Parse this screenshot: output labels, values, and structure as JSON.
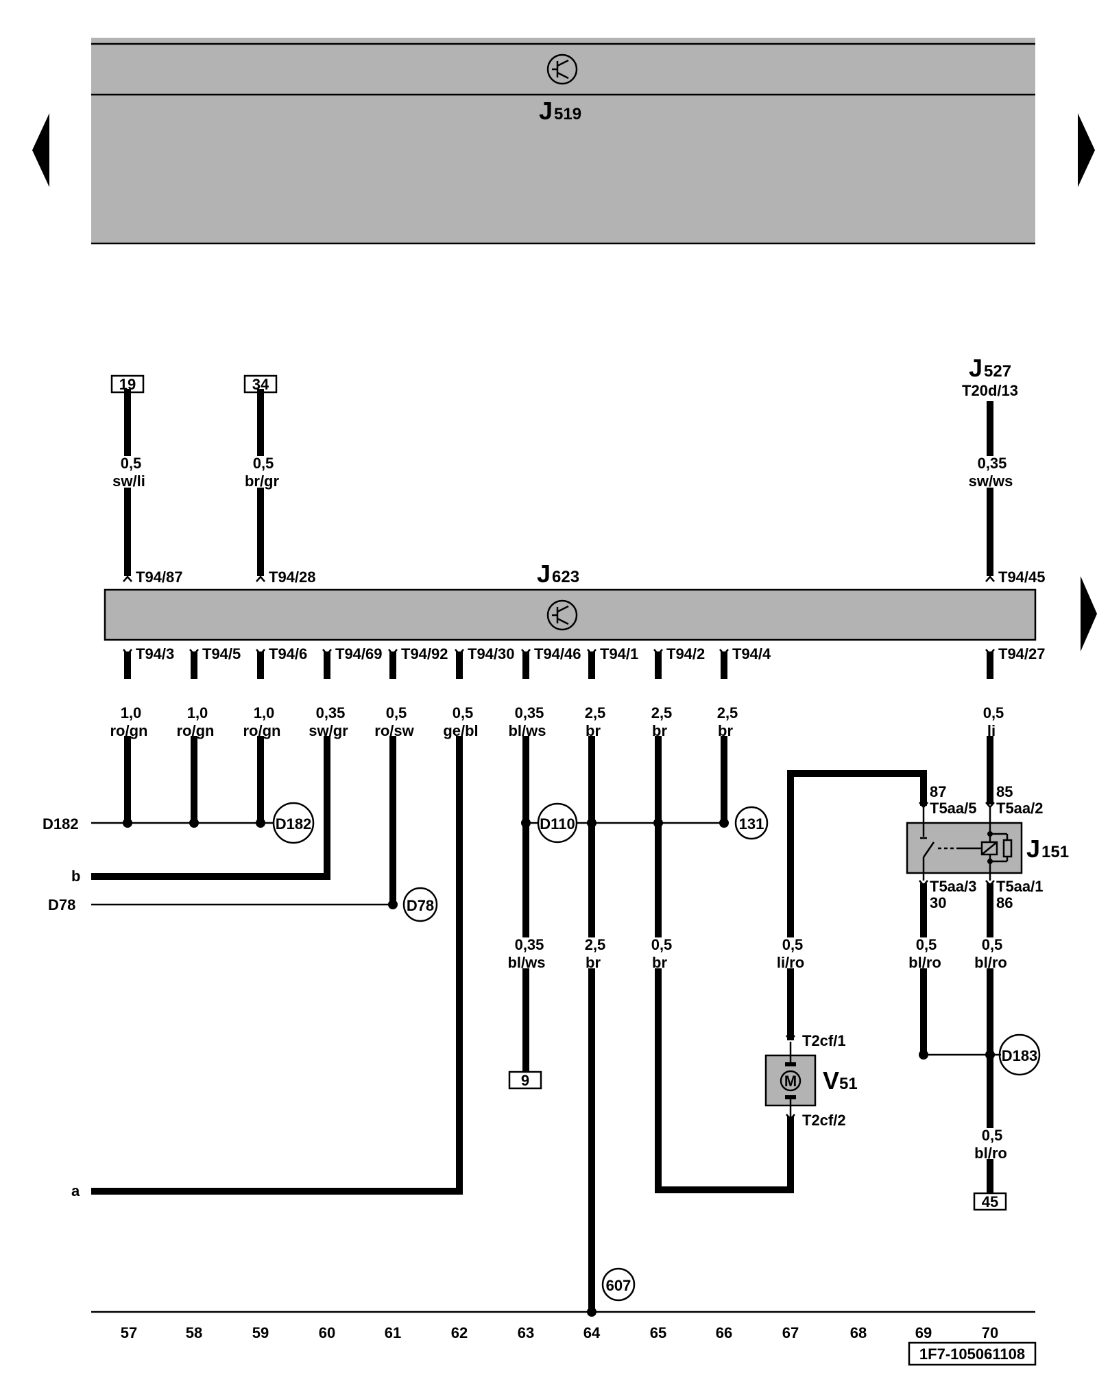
{
  "header": {
    "module_letter": "J",
    "module_sub": "519",
    "nav_prev": "previous-page",
    "nav_next": "next-page"
  },
  "ecu": {
    "letter": "J",
    "sub": "623"
  },
  "j527": {
    "letter": "J",
    "sub": "527",
    "pin": "T20d/13"
  },
  "refs": {
    "r19": "19",
    "r34": "34",
    "r9": "9",
    "r45": "45"
  },
  "top_wires": [
    {
      "size": "0,5",
      "color": "sw/li",
      "pin": "T94/87"
    },
    {
      "size": "0,5",
      "color": "br/gr",
      "pin": "T94/28"
    },
    {
      "size": "0,35",
      "color": "sw/ws",
      "pin": "T94/45"
    }
  ],
  "bottom_pins": [
    "T94/3",
    "T94/5",
    "T94/6",
    "T94/69",
    "T94/92",
    "T94/30",
    "T94/46",
    "T94/1",
    "T94/2",
    "T94/4",
    "T94/27"
  ],
  "bottom_wires": [
    {
      "size": "1,0",
      "color": "ro/gn"
    },
    {
      "size": "1,0",
      "color": "ro/gn"
    },
    {
      "size": "1,0",
      "color": "ro/gn"
    },
    {
      "size": "0,35",
      "color": "sw/gr"
    },
    {
      "size": "0,5",
      "color": "ro/sw"
    },
    {
      "size": "0,5",
      "color": "ge/bl"
    },
    {
      "size": "0,35",
      "color": "bl/ws"
    },
    {
      "size": "2,5",
      "color": "br"
    },
    {
      "size": "2,5",
      "color": "br"
    },
    {
      "size": "2,5",
      "color": "br"
    },
    {
      "size": "0,5",
      "color": "li"
    }
  ],
  "lower_wires": [
    {
      "size": "0,35",
      "color": "bl/ws"
    },
    {
      "size": "2,5",
      "color": "br"
    },
    {
      "size": "0,5",
      "color": "br"
    },
    {
      "size": "0,5",
      "color": "li/ro"
    },
    {
      "size": "0,5",
      "color": "bl/ro"
    },
    {
      "size": "0,5",
      "color": "bl/ro"
    },
    {
      "size": "0,5",
      "color": "bl/ro"
    }
  ],
  "edge_labels": {
    "d182": "D182",
    "b": "b",
    "d78": "D78",
    "a": "a"
  },
  "junctions": {
    "d182": "D182",
    "d78": "D78",
    "d110": "D110",
    "j131": "131",
    "d183": "D183",
    "g607": "607"
  },
  "relay": {
    "letter": "J",
    "sub": "151",
    "pin87_num": "87",
    "pin87": "T5aa/5",
    "pin85_num": "85",
    "pin85": "T5aa/2",
    "pin30": "T5aa/3",
    "pin30_num": "30",
    "pin86": "T5aa/1",
    "pin86_num": "86"
  },
  "motor": {
    "letter": "V",
    "sub": "51",
    "symbol": "M",
    "pin_top": "T2cf/1",
    "pin_bottom": "T2cf/2"
  },
  "columns": [
    "57",
    "58",
    "59",
    "60",
    "61",
    "62",
    "63",
    "64",
    "65",
    "66",
    "67",
    "68",
    "69",
    "70"
  ],
  "doc_id": "1F7-105061108",
  "colors": {
    "ecu_fill": "#b3b3b3",
    "line": "#000000"
  }
}
